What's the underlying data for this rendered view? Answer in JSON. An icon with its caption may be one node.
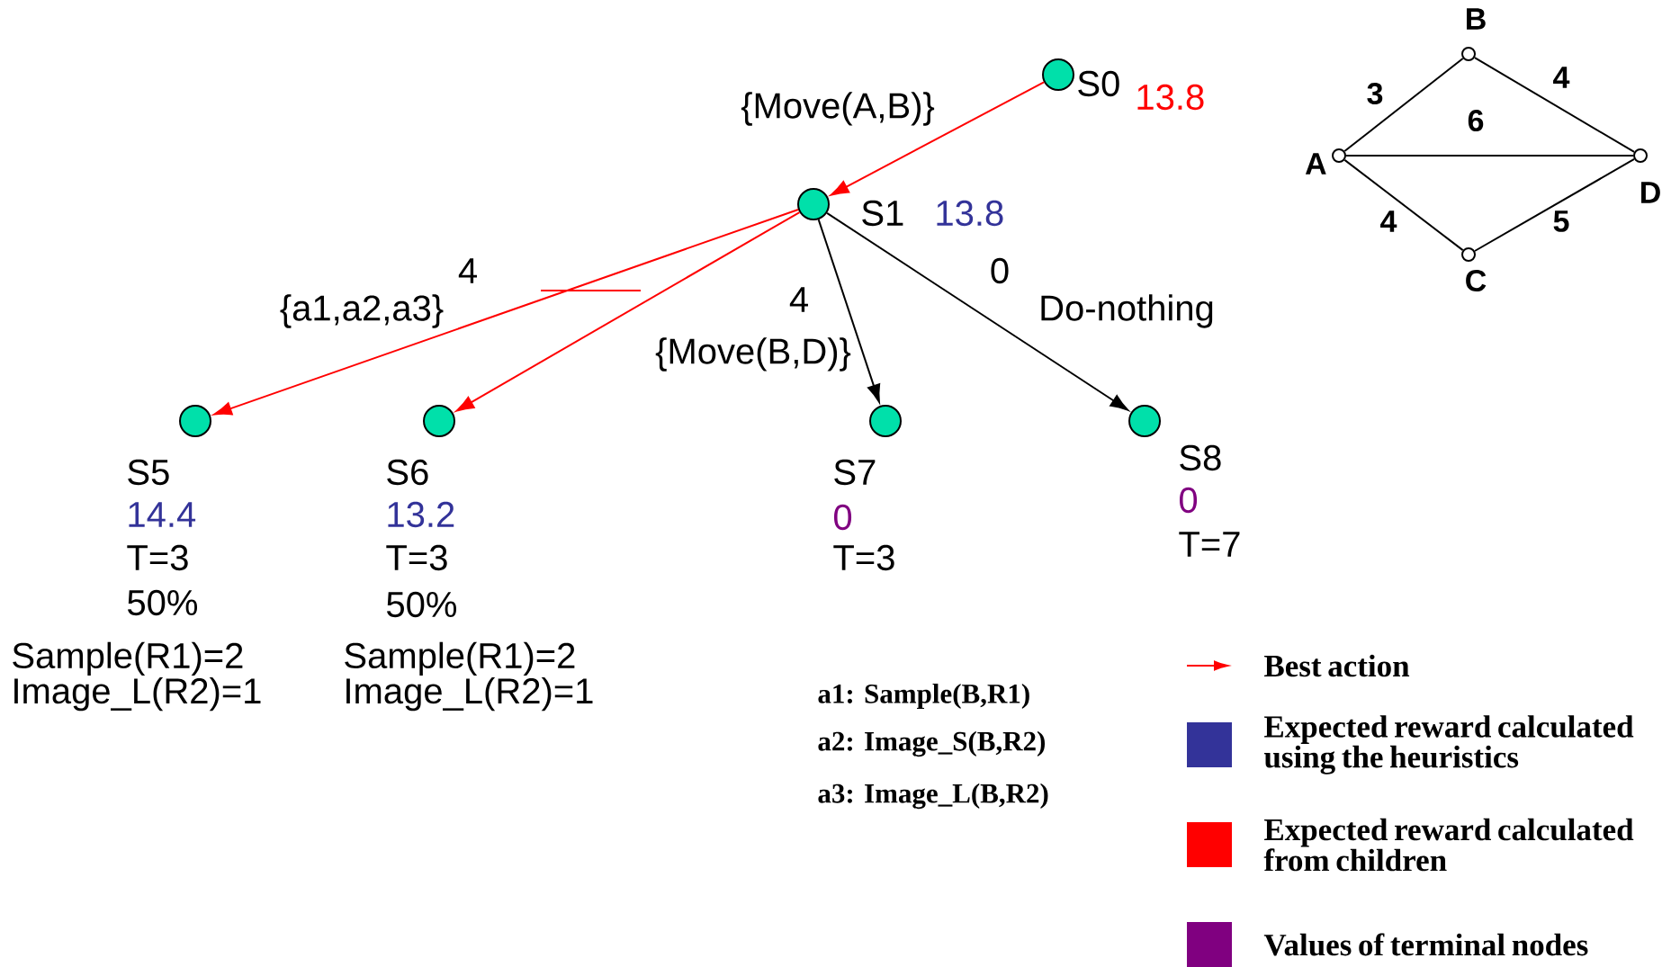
{
  "diagram": {
    "nodes": [
      {
        "text": [],
        "shape": "circle",
        "beside": [
          "S0",
          "13.8"
        ]
      },
      {
        "text": [],
        "shape": "circle",
        "beside": [
          "S1",
          "13.8"
        ]
      },
      {
        "text": [],
        "shape": "circle",
        "beside": [
          "S5",
          "14.4",
          "T=3",
          "50%",
          "Sample(R1)=2 Image_L(R2)=1"
        ]
      },
      {
        "text": [],
        "shape": "circle",
        "beside": [
          "S6",
          "13.2",
          "T=3",
          "50%",
          "Sample(R1)=2 Image_L(R2)=1"
        ]
      },
      {
        "text": [],
        "shape": "circle",
        "beside": [
          "S7",
          "0",
          "T=3"
        ]
      },
      {
        "text": [],
        "shape": "circle",
        "beside": [
          "S8",
          "0",
          "T=7"
        ]
      },
      {
        "text": [],
        "shape": "circle",
        "beside": [
          "A"
        ]
      },
      {
        "text": [],
        "shape": "circle",
        "beside": [
          "B"
        ]
      },
      {
        "text": [],
        "shape": "circle",
        "beside": [
          "C"
        ]
      },
      {
        "text": [],
        "shape": "circle",
        "beside": [
          "D"
        ]
      }
    ],
    "edges": [
      {
        "from": 0,
        "to": 1,
        "arrow": "to",
        "label": "{Move(A,B)}",
        "color": "#ff0000"
      },
      {
        "from": 1,
        "to": 2,
        "arrow": "to",
        "label": "{a1,a2,a3}",
        "color": "#ff0000"
      },
      {
        "from": 1,
        "to": 3,
        "arrow": "to",
        "color": "#ff0000"
      },
      {
        "from": 1,
        "to": 4,
        "arrow": "to",
        "label": "{Move(B,D)}"
      },
      {
        "from": 1,
        "to": 5,
        "arrow": "to",
        "label": "Do-nothing"
      },
      {
        "from": 6,
        "to": 7,
        "arrow": "none",
        "label": "3"
      },
      {
        "from": 7,
        "to": 9,
        "arrow": "none",
        "label": "4"
      },
      {
        "from": 6,
        "to": 9,
        "arrow": "none",
        "label": "6"
      },
      {
        "from": 6,
        "to": 8,
        "arrow": "none",
        "label": "4"
      },
      {
        "from": 8,
        "to": 9,
        "arrow": "none",
        "label": "5"
      }
    ],
    "labels": [
      "4",
      "0",
      "4",
      "a1: Sample(B,R1)",
      "a2: Image_S(B,R2)",
      "a3: Image_L(B,R2)"
    ],
    "legend": [
      {
        "text": "Best action"
      },
      {
        "text": "Expected reward calculated using the heuristics",
        "color": "#333399"
      },
      {
        "text": "Expected reward calculated from children",
        "color": "#ff0000"
      },
      {
        "text": "Values of terminal nodes",
        "color": "#800080"
      }
    ]
  }
}
